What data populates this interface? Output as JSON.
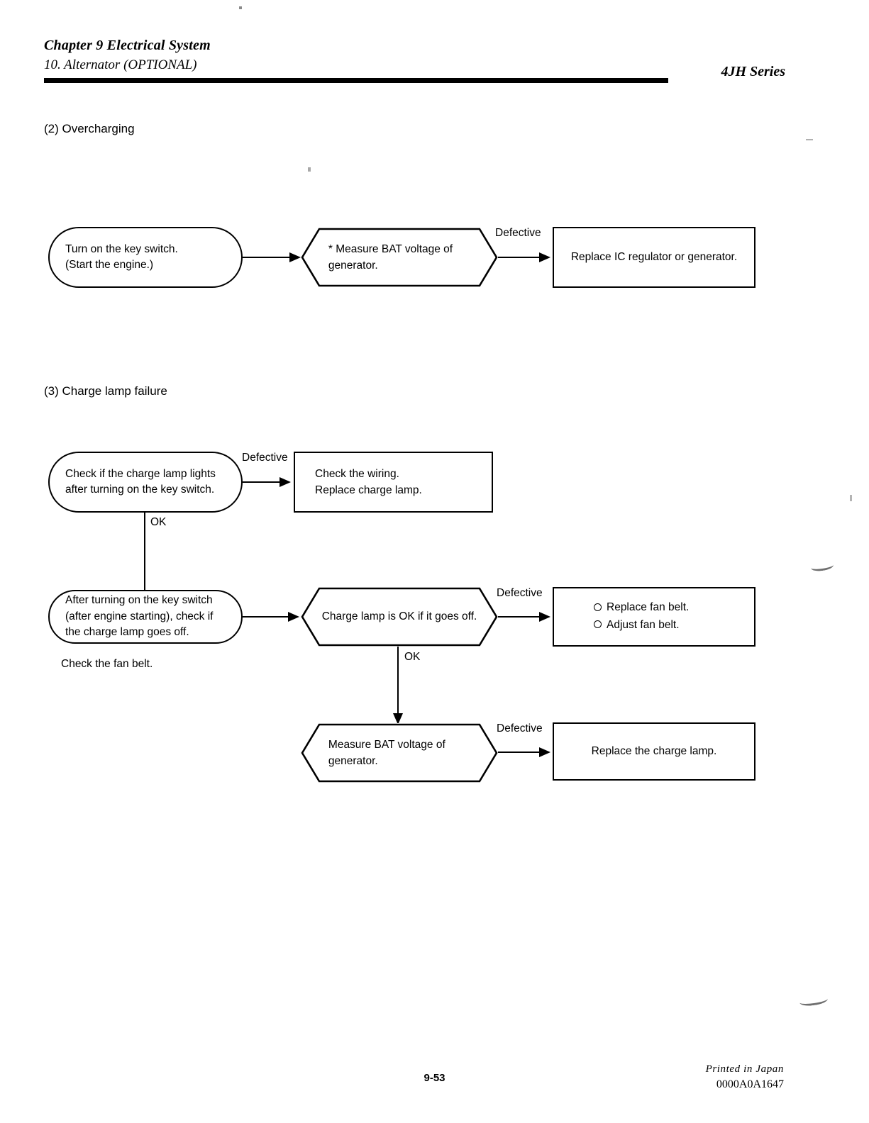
{
  "header": {
    "chapter": "Chapter 9 Electrical System",
    "section": "10.  Alternator (OPTIONAL)",
    "series": "4JH  Series"
  },
  "sections": [
    {
      "id": "overcharging",
      "heading": "(2) Overcharging",
      "nodes": {
        "start": "Turn on the key switch.\n(Start the engine.)",
        "start_line1": "Turn on the key switch.",
        "start_line2": "(Start the engine.)",
        "decision_line1": "* Measure BAT voltage of",
        "decision_line2": "generator.",
        "action": "Replace IC regulator or generator."
      },
      "edge_labels": {
        "defective": "Defective"
      }
    },
    {
      "id": "charge-lamp-failure",
      "heading": "(3) Charge lamp failure",
      "nodes": {
        "check1_line1": "Check if the charge lamp lights",
        "check1_line2": "after turning on the key switch.",
        "action1_line1": "Check the wiring.",
        "action1_line2": "Replace charge lamp.",
        "check2_line1": "After turning on the key switch",
        "check2_line2": "(after engine starting), check if",
        "check2_line3": "the charge lamp goes off.",
        "check2_caption": "Check the fan belt.",
        "decision2": "Charge lamp is OK if it goes off.",
        "action2_item1": "Replace fan belt.",
        "action2_item2": "Adjust fan belt.",
        "decision3_line1": "Measure BAT voltage of",
        "decision3_line2": "generator.",
        "action3": "Replace the charge lamp."
      },
      "edge_labels": {
        "defective1": "Defective",
        "ok1": "OK",
        "defective2": "Defective",
        "ok2": "OK",
        "defective3": "Defective"
      }
    }
  ],
  "footer": {
    "page_number": "9-53",
    "printed_in": "Printed in Japan",
    "document_code": "0000A0A1647"
  },
  "colors": {
    "ink": "#000000",
    "paper": "#ffffff"
  }
}
